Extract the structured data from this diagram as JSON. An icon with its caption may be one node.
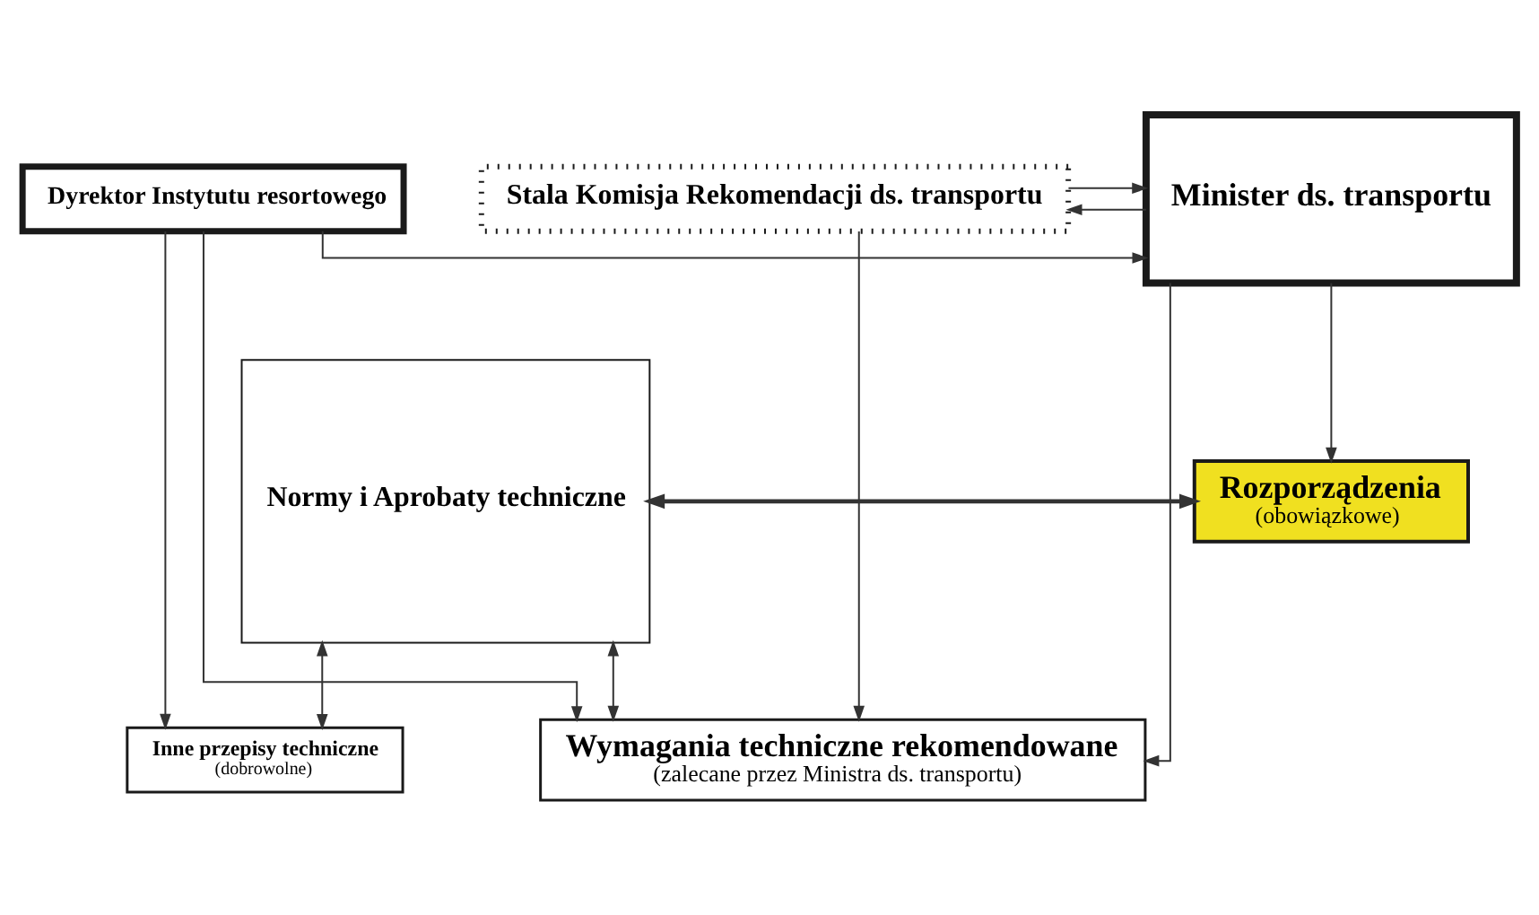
{
  "diagram": {
    "nodes": [
      {
        "text": [
          "Stala Komisja Rekomendacji ds. transportu"
        ]
      },
      {
        "text": [
          "Minister ds. transportu"
        ]
      },
      {
        "text": [
          "Dyrektor Instytutu resortowego"
        ]
      },
      {
        "text": [
          "Rozporządzenia",
          "(obowiązkowe)"
        ]
      },
      {
        "text": [
          "Normy i Aprobaty techniczne"
        ]
      },
      {
        "text": [
          "Wymagania techniczne rekomendowane",
          "(zalecane przez Ministra ds. transportu)"
        ]
      },
      {
        "text": [
          "Inne przepisy techniczne",
          "(dobrowolne)"
        ]
      }
    ],
    "edges": [
      {
        "from": 0,
        "to": 1,
        "arrow": "to"
      },
      {
        "from": 1,
        "to": 0,
        "arrow": "to"
      },
      {
        "from": 2,
        "to": 1,
        "arrow": "to"
      },
      {
        "from": 1,
        "to": 3,
        "arrow": "to"
      },
      {
        "from": 0,
        "to": 5,
        "arrow": "to"
      },
      {
        "from": 1,
        "to": 5,
        "arrow": "to"
      },
      {
        "from": 2,
        "to": 5,
        "arrow": "to"
      },
      {
        "from": 2,
        "to": 6,
        "arrow": "to"
      },
      {
        "from": 4,
        "to": 3,
        "arrow": "both",
        "style": "thick"
      },
      {
        "from": 4,
        "to": 5,
        "arrow": "both"
      },
      {
        "from": 4,
        "to": 6,
        "arrow": "both"
      }
    ]
  }
}
